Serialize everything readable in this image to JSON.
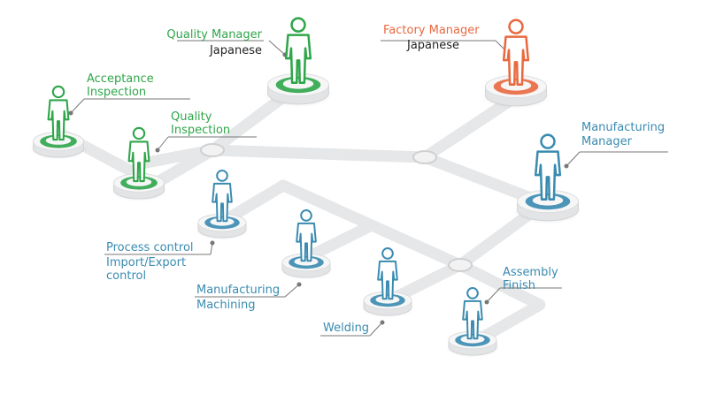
{
  "colors": {
    "green": "#2fa64a",
    "orange": "#e9693f",
    "blue": "#3a8bb0",
    "road": "#e6e7e9",
    "leader": "#777777"
  },
  "icon": "person-on-pedestal-icon",
  "labels": {
    "quality_manager": {
      "title": "Quality Manager",
      "subtitle": "Japanese"
    },
    "factory_manager": {
      "title": "Factory Manager",
      "subtitle": "Japanese"
    },
    "acceptance_inspection": {
      "line1": "Acceptance",
      "line2": "Inspection"
    },
    "quality_inspection": {
      "line1": "Quality",
      "line2": "Inspection"
    },
    "manufacturing_manager": {
      "line1": "Manufacturing",
      "line2": "Manager"
    },
    "process_control": {
      "line1": "Process control",
      "line2": "Import/Export",
      "line3": "control"
    },
    "manufacturing_machining": {
      "line1": "Manufacturing",
      "line2": "Machining"
    },
    "welding": {
      "line1": "Welding"
    },
    "assembly_finish": {
      "line1": "Assembly",
      "line2": "Finish"
    }
  }
}
